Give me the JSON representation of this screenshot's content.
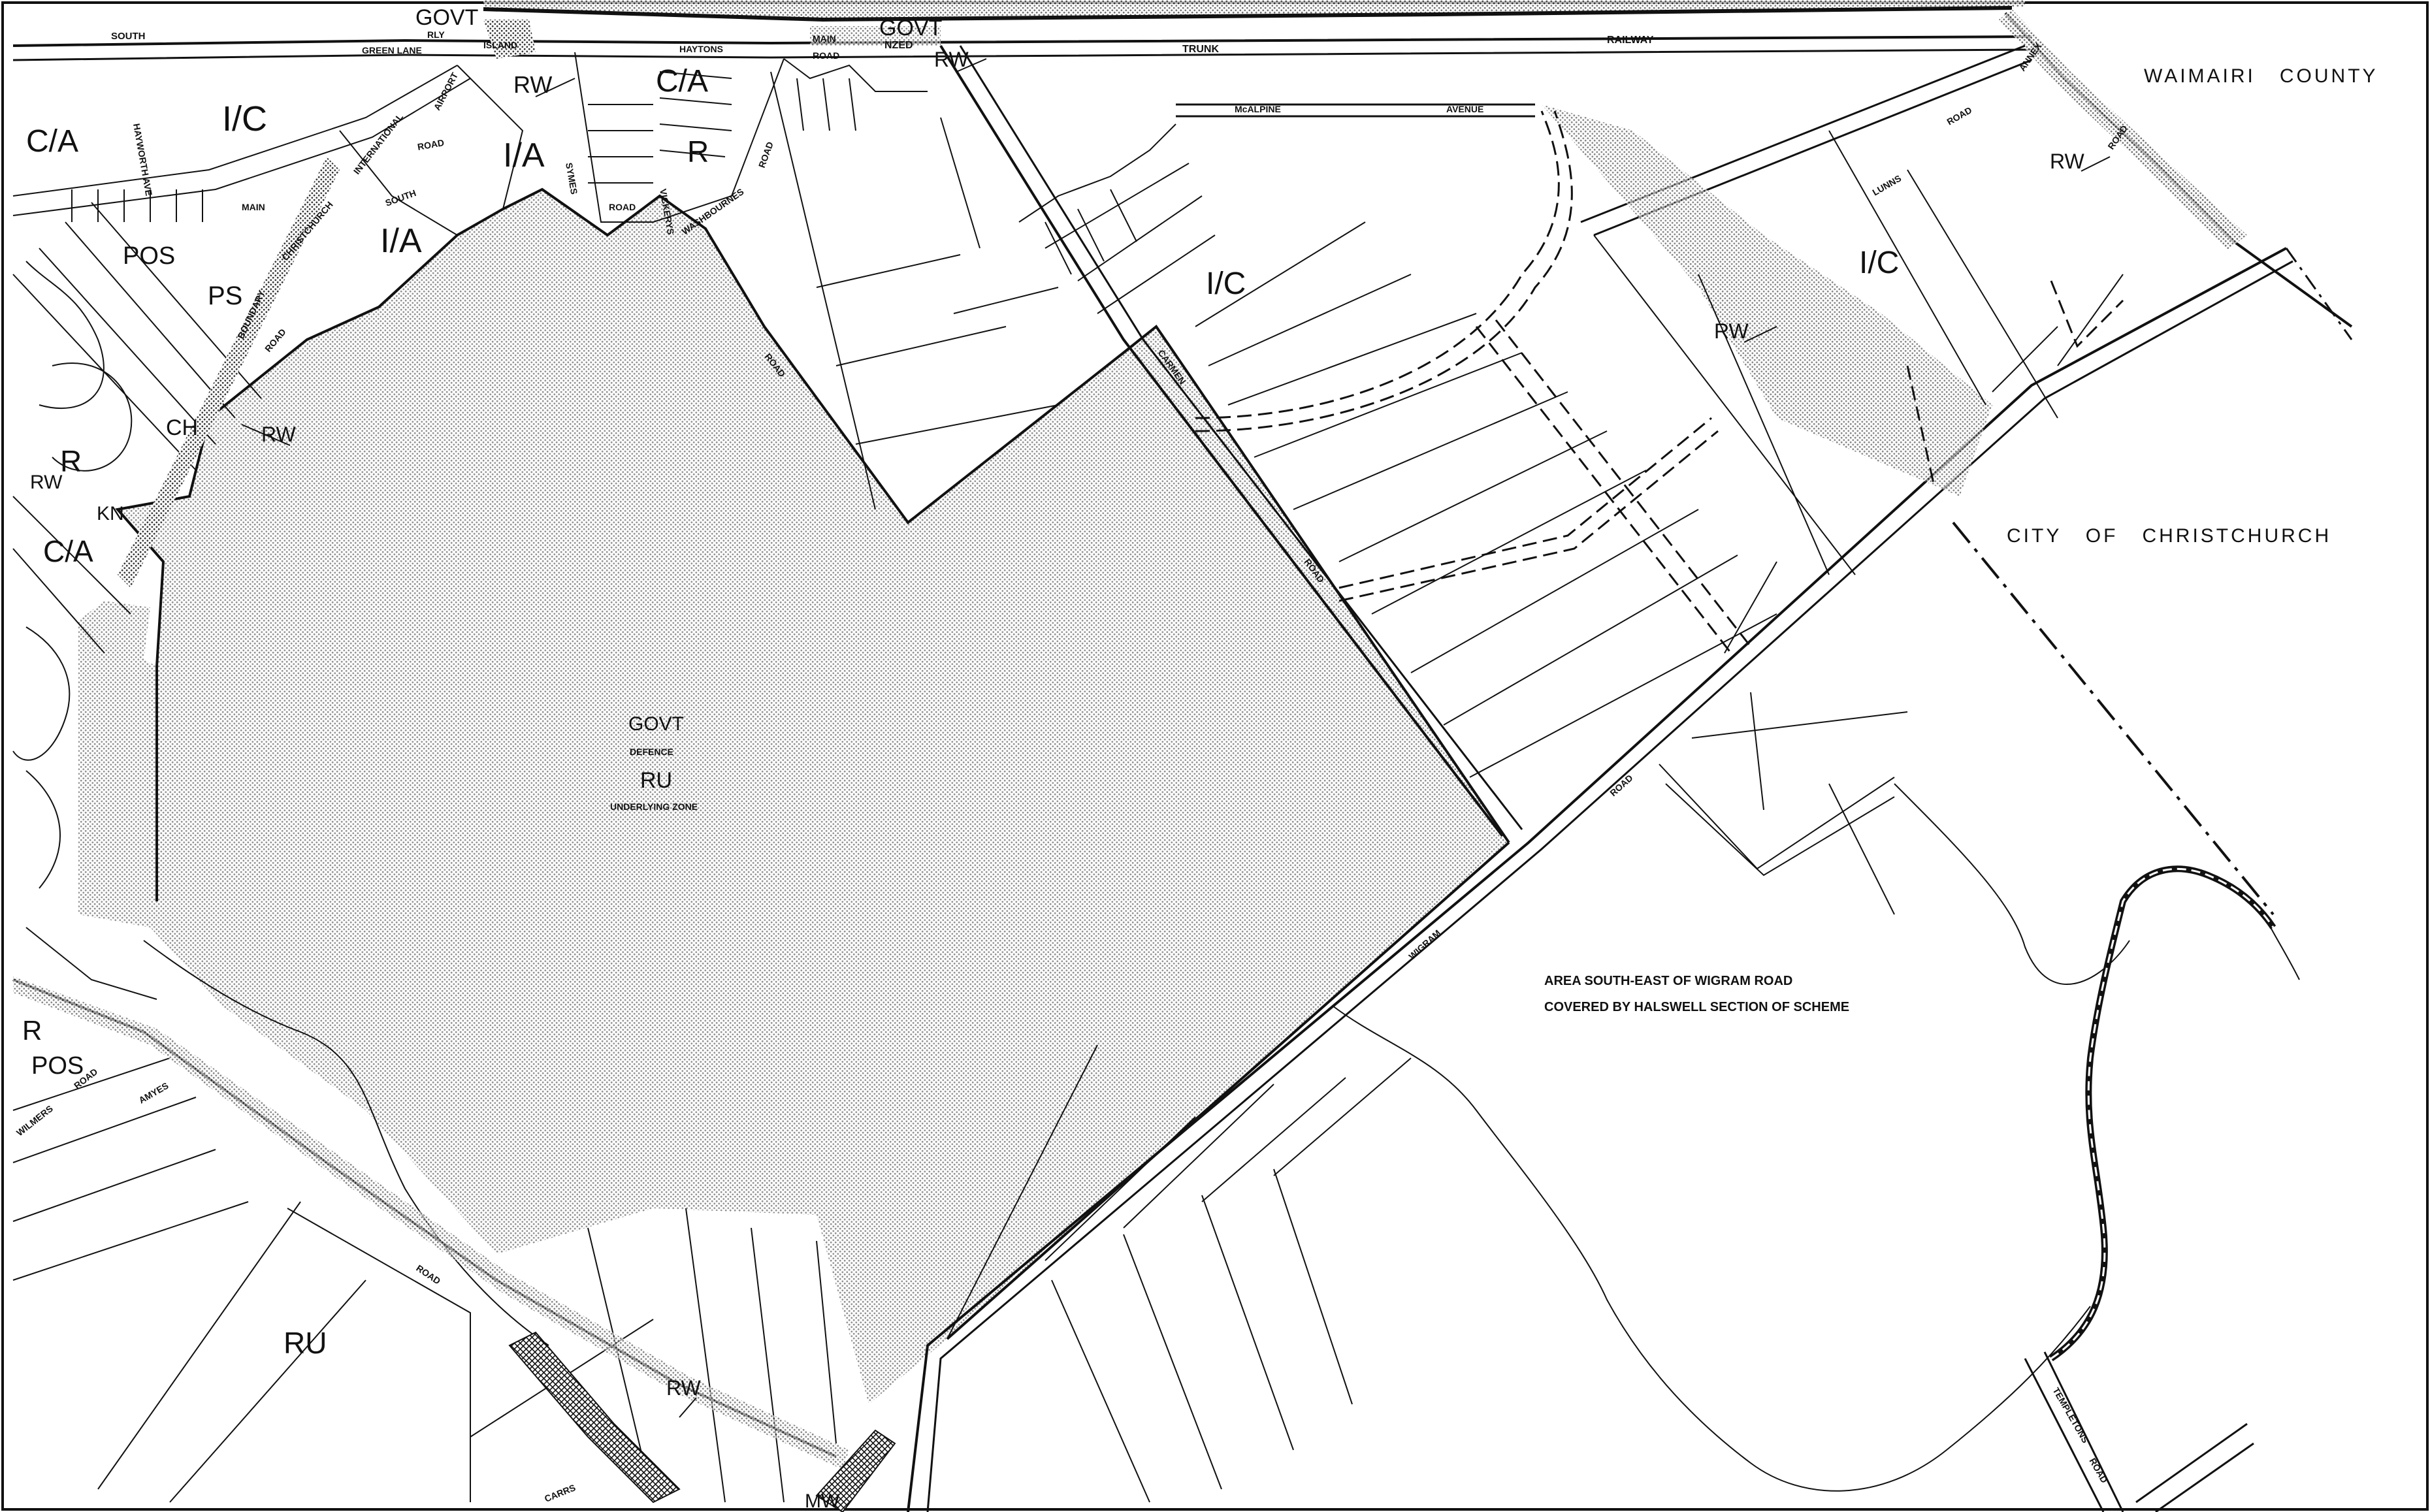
{
  "map": {
    "colors": {
      "ink": "#111111",
      "paper": "#ffffff",
      "stipple": "#8a8a8a"
    },
    "zone_labels": [
      {
        "id": "ic-northwest",
        "text": "I/C"
      },
      {
        "id": "ca-west",
        "text": "C/A"
      },
      {
        "id": "ca-north",
        "text": "C/A"
      },
      {
        "id": "ia-north",
        "text": "I/A"
      },
      {
        "id": "ia-south",
        "text": "I/A"
      },
      {
        "id": "r-north",
        "text": "R"
      },
      {
        "id": "rw-north",
        "text": "RW"
      },
      {
        "id": "govt-rly",
        "text": "GOVT"
      },
      {
        "id": "govt-nzed",
        "text": "GOVT"
      },
      {
        "id": "rw-nzed",
        "text": "RW"
      },
      {
        "id": "pos-west",
        "text": "POS"
      },
      {
        "id": "ps-west",
        "text": "PS"
      },
      {
        "id": "r-west",
        "text": "R"
      },
      {
        "id": "rw-west-small",
        "text": "RW"
      },
      {
        "id": "ch-west",
        "text": "CH"
      },
      {
        "id": "kn-west",
        "text": "KN"
      },
      {
        "id": "rw-airport-road",
        "text": "RW"
      },
      {
        "id": "ca-southwest",
        "text": "C/A"
      },
      {
        "id": "r-southwest",
        "text": "R"
      },
      {
        "id": "pos-southwest",
        "text": "POS"
      },
      {
        "id": "ic-central",
        "text": "I/C"
      },
      {
        "id": "ic-east",
        "text": "I/C"
      },
      {
        "id": "rw-northeast",
        "text": "RW"
      },
      {
        "id": "rw-central",
        "text": "RW"
      },
      {
        "id": "govt-defence",
        "text": "GOVT"
      },
      {
        "id": "ru-defence",
        "text": "RU"
      },
      {
        "id": "ru-southwest",
        "text": "RU"
      },
      {
        "id": "rw-south",
        "text": "RW"
      },
      {
        "id": "mw-south",
        "text": "MW"
      }
    ],
    "small_labels": [
      {
        "id": "defence",
        "text": "DEFENCE"
      },
      {
        "id": "underlying-zone",
        "text": "UNDERLYING ZONE"
      }
    ],
    "street_labels": [
      {
        "id": "south",
        "text": "SOUTH"
      },
      {
        "id": "rly",
        "text": "RLY"
      },
      {
        "id": "green-lane",
        "text": "GREEN LANE"
      },
      {
        "id": "island",
        "text": "ISLAND"
      },
      {
        "id": "airport",
        "text": "AIRPORT"
      },
      {
        "id": "international",
        "text": "INTERNATIONAL"
      },
      {
        "id": "main-road-north",
        "text": "MAIN"
      },
      {
        "id": "nzed",
        "text": "NZED"
      },
      {
        "id": "road-nzed",
        "text": "ROAD"
      },
      {
        "id": "haytons",
        "text": "HAYTONS"
      },
      {
        "id": "trunk",
        "text": "TRUNK"
      },
      {
        "id": "railway",
        "text": "RAILWAY"
      },
      {
        "id": "mcalpine",
        "text": "McALPINE"
      },
      {
        "id": "avenue",
        "text": "AVENUE"
      },
      {
        "id": "annex",
        "text": "ANNEX"
      },
      {
        "id": "road-annex",
        "text": "ROAD"
      },
      {
        "id": "lunns",
        "text": "LUNNS"
      },
      {
        "id": "road-lunns",
        "text": "ROAD"
      },
      {
        "id": "main-road-west",
        "text": "MAIN"
      },
      {
        "id": "south-road-west",
        "text": "SOUTH"
      },
      {
        "id": "road-ia",
        "text": "ROAD"
      },
      {
        "id": "road-vickerys",
        "text": "ROAD"
      },
      {
        "id": "vickerys",
        "text": "VICKERYS"
      },
      {
        "id": "syme",
        "text": "SYMES"
      },
      {
        "id": "washbournes",
        "text": "WASHBOURNES"
      },
      {
        "id": "road-washbournes",
        "text": "ROAD"
      },
      {
        "id": "hayworth",
        "text": "HAYWORTH AVE"
      },
      {
        "id": "christchurch",
        "text": "CHRISTCHURCH"
      },
      {
        "id": "boundary",
        "text": "BOUNDARY"
      },
      {
        "id": "road-boundary",
        "text": "ROAD"
      },
      {
        "id": "wigram-road-east",
        "text": "ROAD"
      },
      {
        "id": "wigram",
        "text": "WIGRAM"
      },
      {
        "id": "carmen",
        "text": "CARMEN"
      },
      {
        "id": "road-carmen",
        "text": "ROAD"
      },
      {
        "id": "road-center",
        "text": "ROAD"
      },
      {
        "id": "amyes",
        "text": "AMYES"
      },
      {
        "id": "road-amyes",
        "text": "ROAD"
      },
      {
        "id": "carrs",
        "text": "CARRS"
      },
      {
        "id": "templetons",
        "text": "TEMPLETONS"
      },
      {
        "id": "road-templetons",
        "text": "ROAD"
      },
      {
        "id": "wilmers",
        "text": "WILMERS"
      },
      {
        "id": "road-wilmers",
        "text": "ROAD"
      }
    ],
    "area_labels": [
      {
        "id": "waimairi",
        "text": "WAIMAIRI   COUNTY"
      },
      {
        "id": "christchurch-city",
        "text": "CITY   OF   CHRISTCHURCH"
      }
    ],
    "notes": [
      {
        "id": "note-line-1",
        "text": "AREA SOUTH-EAST OF WIGRAM ROAD"
      },
      {
        "id": "note-line-2",
        "text": "COVERED BY HALSWELL SECTION OF SCHEME"
      }
    ]
  }
}
